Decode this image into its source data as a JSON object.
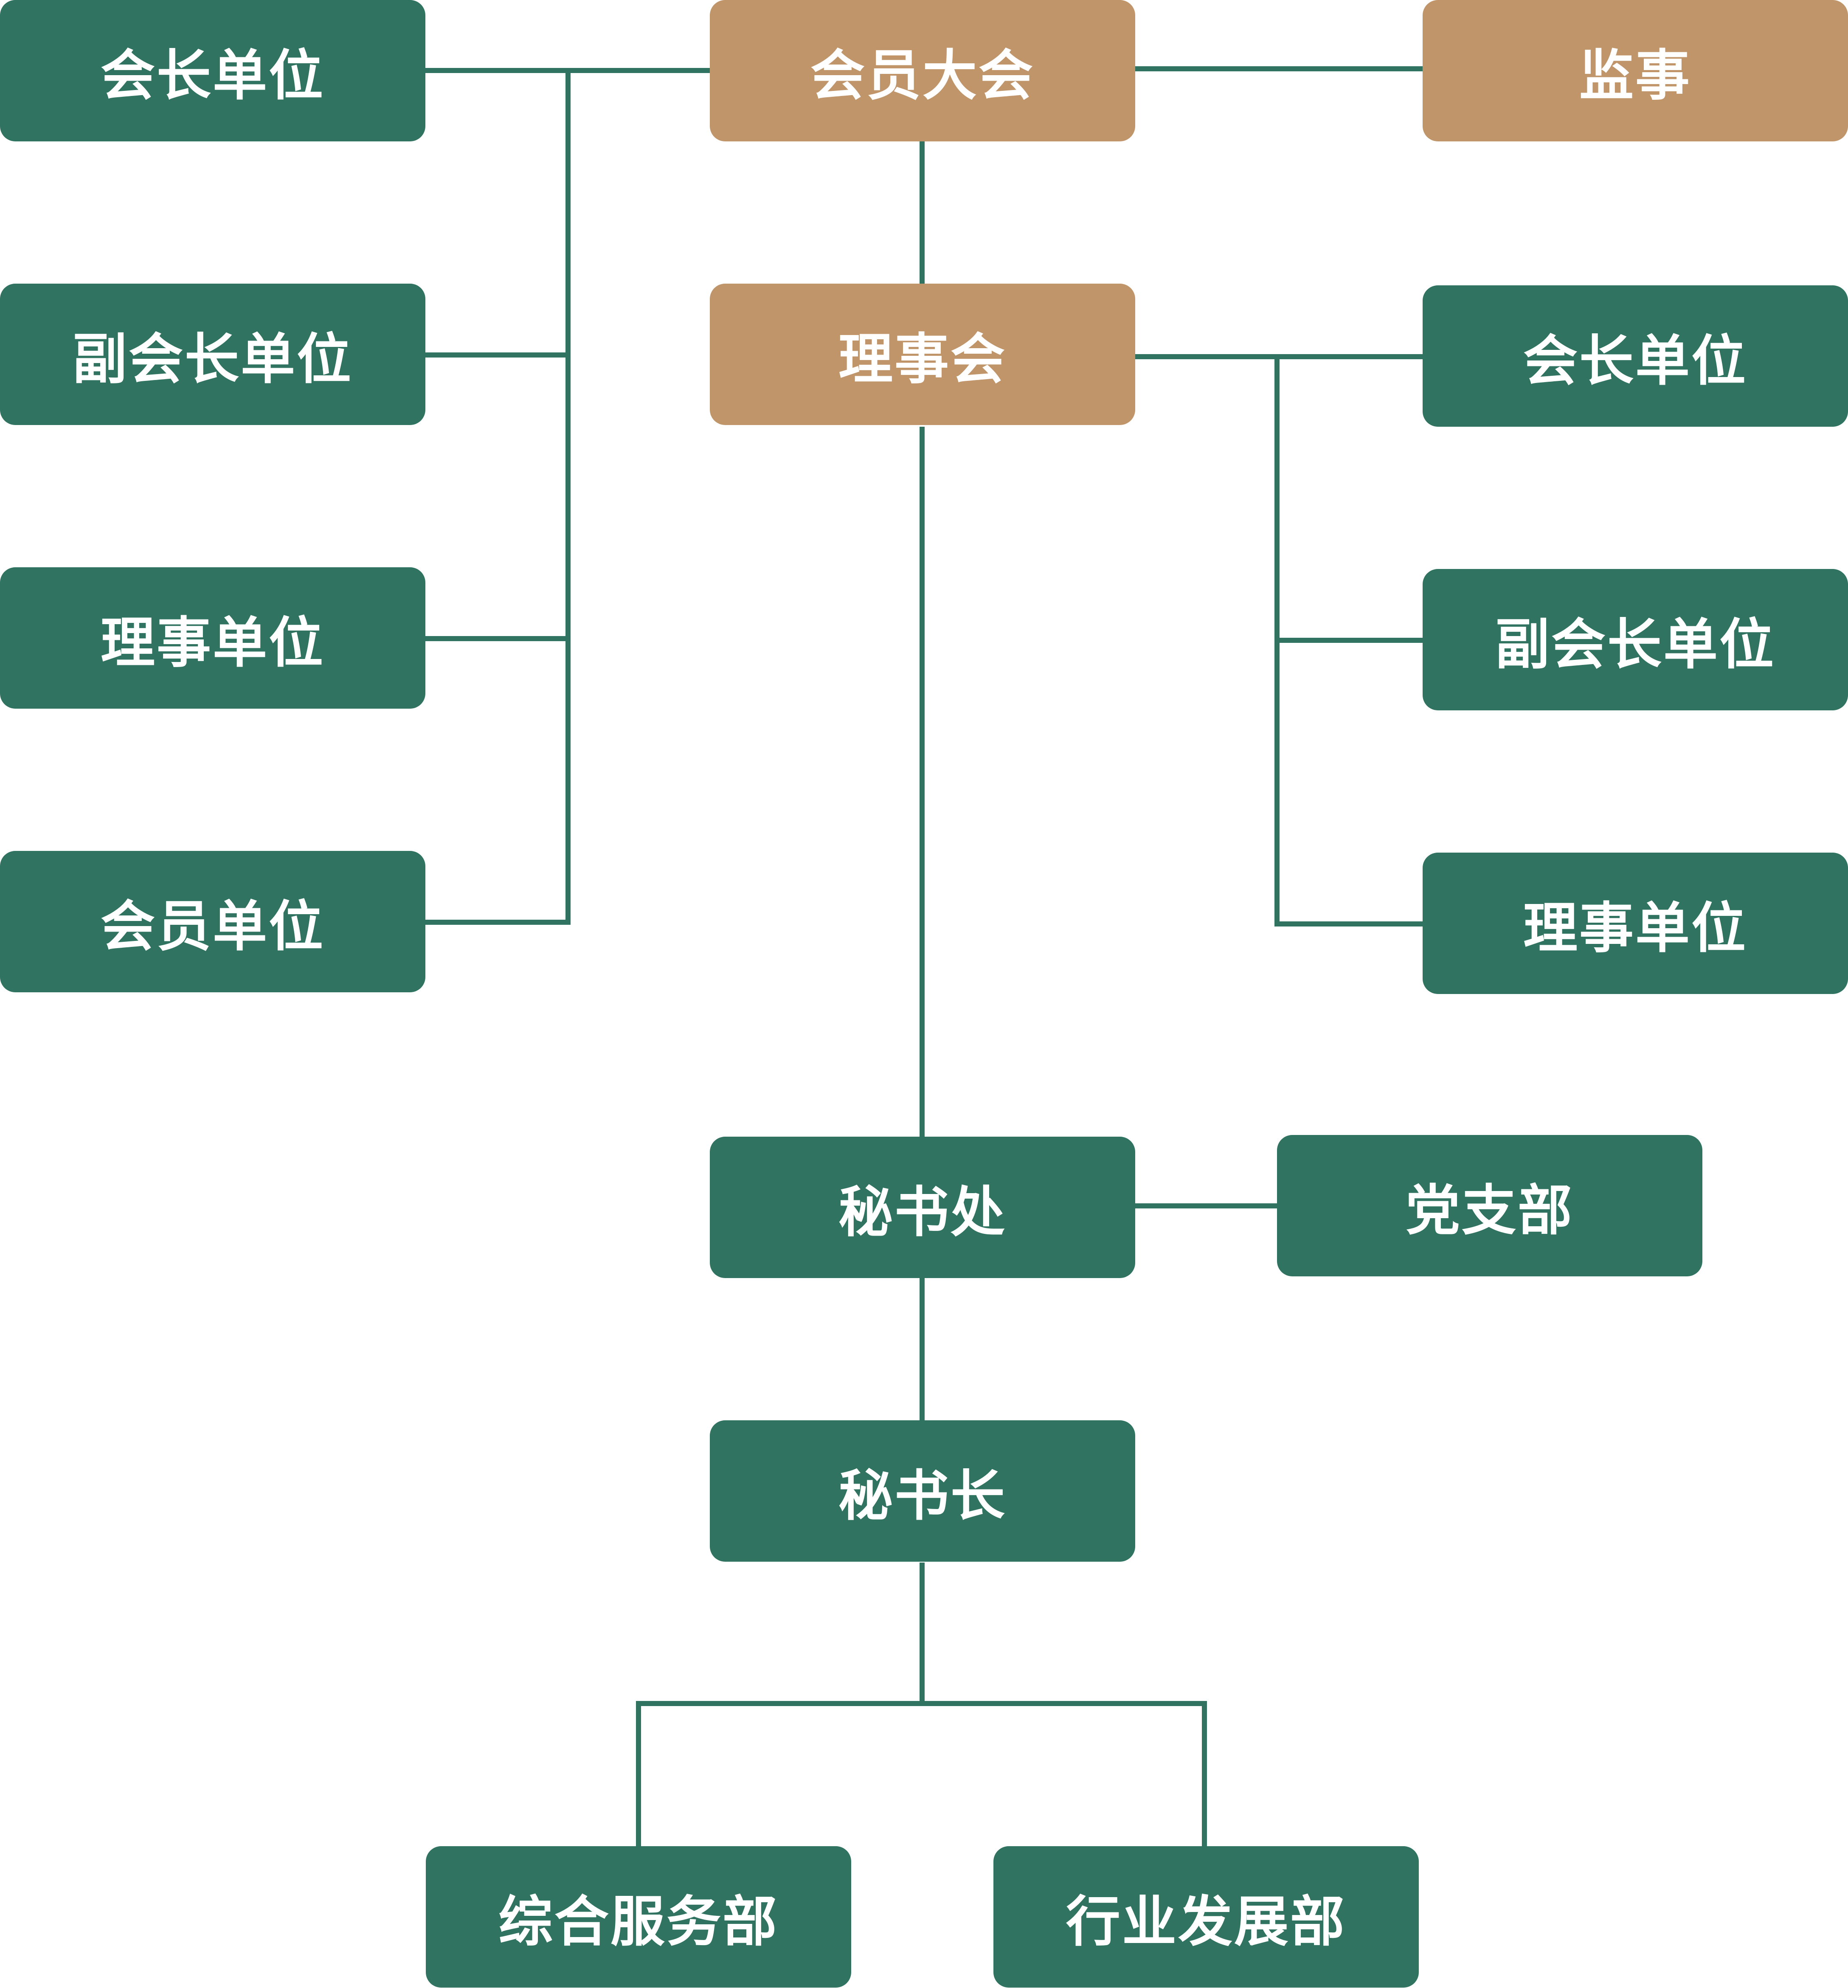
{
  "colors": {
    "green": "#2f7360",
    "tan": "#c0956a",
    "connector": "#2f7360",
    "text": "#ffffff"
  },
  "core": {
    "general_assembly": "会员大会",
    "supervisor": "监事",
    "council": "理事会",
    "secretariat": "秘书处",
    "party_branch": "党支部",
    "secretary_general": "秘书长"
  },
  "left_units": [
    "会长单位",
    "副会长单位",
    "理事单位",
    "会员单位"
  ],
  "right_units": [
    "会长单位",
    "副会长单位",
    "理事单位"
  ],
  "departments": [
    "综合服务部",
    "行业发展部"
  ]
}
